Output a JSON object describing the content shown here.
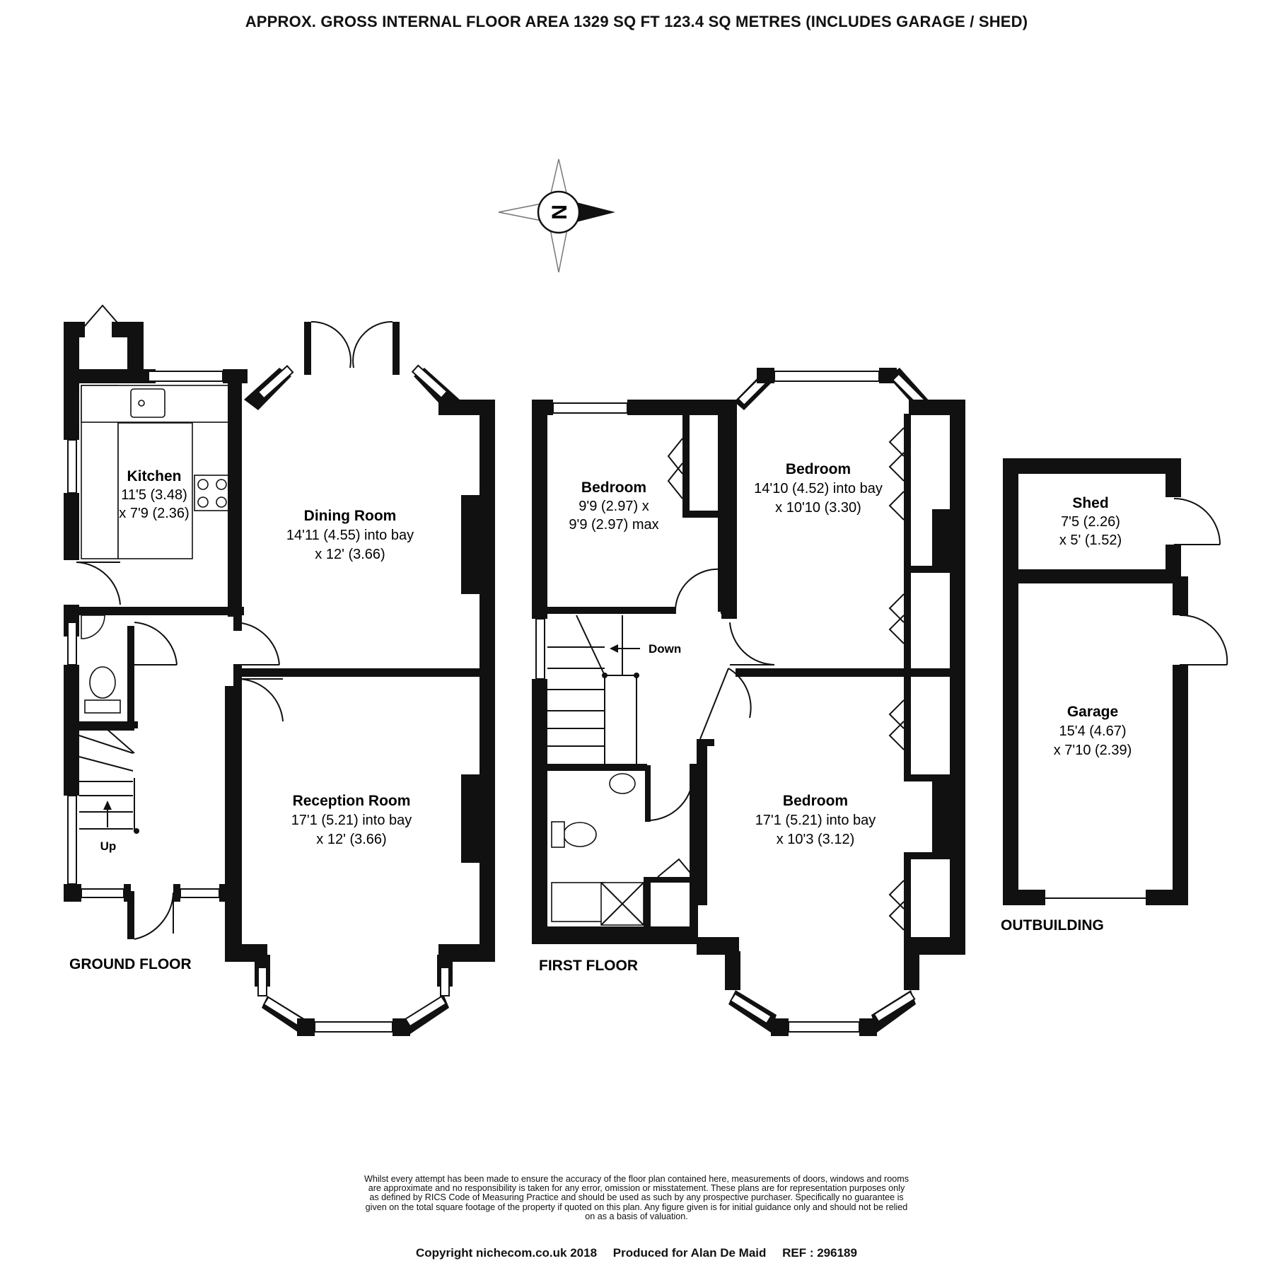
{
  "header": {
    "title": "APPROX. GROSS INTERNAL FLOOR AREA 1329 SQ FT 123.4 SQ METRES (INCLUDES GARAGE / SHED)"
  },
  "compass": {
    "letter": "N"
  },
  "floors": {
    "ground": {
      "label": "GROUND FLOOR",
      "rooms": {
        "kitchen": {
          "name": "Kitchen",
          "dim1": "11'5 (3.48)",
          "dim2": "x 7'9 (2.36)"
        },
        "dining": {
          "name": "Dining Room",
          "dim1": "14'11 (4.55) into bay",
          "dim2": "x 12' (3.66)"
        },
        "reception": {
          "name": "Reception Room",
          "dim1": "17'1 (5.21) into bay",
          "dim2": "x 12' (3.66)"
        }
      },
      "stairs_label": "Up"
    },
    "first": {
      "label": "FIRST FLOOR",
      "rooms": {
        "bedroom_small": {
          "name": "Bedroom",
          "dim1": "9'9 (2.97) x",
          "dim2": "9'9 (2.97) max"
        },
        "bedroom_rear": {
          "name": "Bedroom",
          "dim1": "14'10 (4.52) into bay",
          "dim2": "x 10'10 (3.30)"
        },
        "bedroom_front": {
          "name": "Bedroom",
          "dim1": "17'1 (5.21) into bay",
          "dim2": "x 10'3 (3.12)"
        }
      },
      "stairs_label": "Down"
    },
    "outbuilding": {
      "label": "OUTBUILDING",
      "rooms": {
        "shed": {
          "name": "Shed",
          "dim1": "7'5 (2.26)",
          "dim2": "x 5' (1.52)"
        },
        "garage": {
          "name": "Garage",
          "dim1": "15'4 (4.67)",
          "dim2": "x 7'10 (2.39)"
        }
      }
    }
  },
  "disclaimer": {
    "lines": [
      "Whilst every attempt has been made to ensure the accuracy of the floor plan contained here, measurements of doors, windows and rooms",
      "are approximate and no responsibility is taken for any error, omission or misstatement. These plans are for representation purposes only",
      "as defined by RICS Code of Measuring Practice and should be used as such by any prospective purchaser.  Specifically no guarantee is",
      "given on the total square footage of the property if quoted on this plan. Any figure given is for initial guidance only and should not be relied",
      "on as a basis of valuation."
    ]
  },
  "footer": {
    "copyright": "Copyright nichecom.co.uk 2018",
    "produced": "Produced for Alan De Maid",
    "ref": "REF :  296189"
  }
}
